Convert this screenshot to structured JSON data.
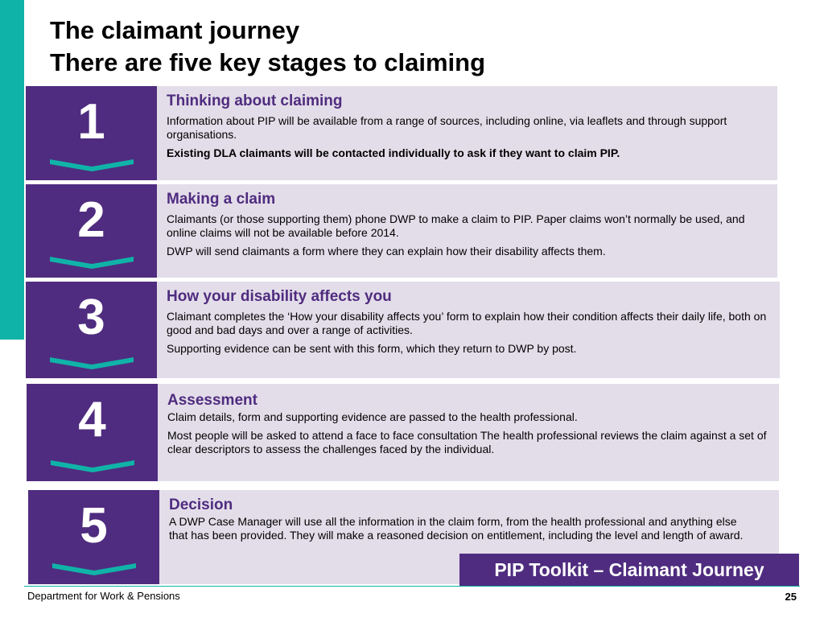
{
  "slide": {
    "title_line1": "The claimant journey",
    "title_line2": "There are five key stages to claiming",
    "colors": {
      "accent_teal": "#10b3a8",
      "purple": "#4f2c7f",
      "panel_bg": "#e3dde9"
    }
  },
  "stages": [
    {
      "number": "1",
      "heading": "Thinking about claiming",
      "paragraphs": [
        "Information about PIP will be available from a range of sources, including online, via leaflets and through support organisations.",
        "Existing DLA claimants will be contacted individually to ask if they want to claim PIP."
      ]
    },
    {
      "number": "2",
      "heading": "Making a claim",
      "paragraphs": [
        "Claimants (or those supporting them) phone DWP to make a claim to PIP. Paper claims won’t normally be used, and online claims will not be available before 2014.",
        "DWP will send claimants a form where they can explain how their disability affects them."
      ]
    },
    {
      "number": "3",
      "heading": "How your disability affects you",
      "paragraphs": [
        "Claimant completes the ‘How your disability affects you’ form to explain how their condition affects their daily life, both on good and bad days and over a range of activities.",
        "Supporting evidence can be sent with this form, which they return to DWP by post."
      ]
    },
    {
      "number": "4",
      "heading": "Assessment",
      "paragraphs": [
        "Claim details, form and supporting evidence are passed to the health professional.",
        "Most people will be asked to attend a face to face consultation The health professional reviews the claim against a set of clear descriptors to assess the challenges faced by the individual."
      ]
    },
    {
      "number": "5",
      "heading": "Decision",
      "paragraphs": [
        "A DWP Case Manager will use all the information in the claim form, from the health professional and anything else that has been provided. They will make a reasoned decision on entitlement, including the level and length of award."
      ]
    }
  ],
  "toolkit_badge": "PIP Toolkit – Claimant Journey",
  "footer": {
    "organisation": "Department for Work & Pensions",
    "page_number": "25"
  }
}
